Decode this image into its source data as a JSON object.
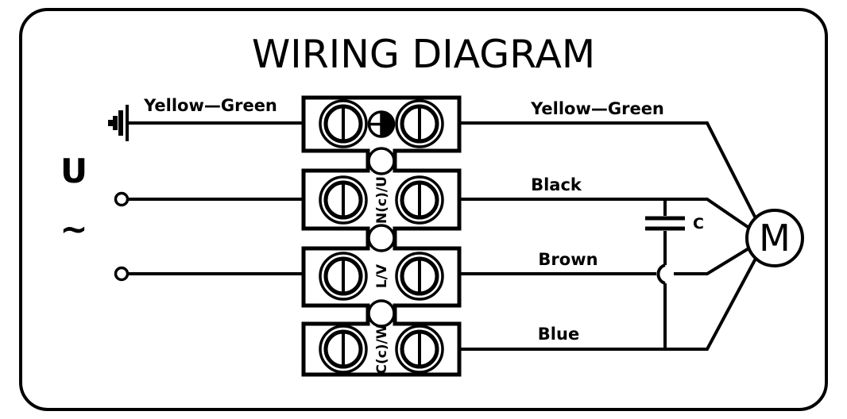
{
  "diagram": {
    "title": "WIRING DIAGRAM",
    "supply": {
      "voltage_symbol": "U",
      "current_type_symbol": "~",
      "earth_icon": "earth-ground-icon"
    },
    "terminal_block": {
      "protective_earth_icon": "protective-earth-icon",
      "rows": [
        {
          "id": "earth",
          "label": "",
          "left_screw": "screw-terminal",
          "right_screw": "screw-terminal"
        },
        {
          "id": "neutral",
          "label": "N(c)/U",
          "left_screw": "screw-terminal",
          "right_screw": "screw-terminal"
        },
        {
          "id": "line",
          "label": "L/V",
          "left_screw": "screw-terminal",
          "right_screw": "screw-terminal"
        },
        {
          "id": "common",
          "label": "C(c)/W",
          "left_screw": "screw-terminal",
          "right_screw": "screw-terminal"
        }
      ],
      "mounting_holes": 3
    },
    "input_wires": [
      {
        "id": "in-earth",
        "label": "Yellow—Green",
        "source": "earth-ground-icon"
      },
      {
        "id": "in-neutral",
        "label": "",
        "source": "terminal-dot"
      },
      {
        "id": "in-line",
        "label": "",
        "source": "terminal-dot"
      }
    ],
    "output_wires": [
      {
        "id": "out-earth",
        "label": "Yellow—Green"
      },
      {
        "id": "out-black",
        "label": "Black"
      },
      {
        "id": "out-brown",
        "label": "Brown"
      },
      {
        "id": "out-blue",
        "label": "Blue"
      }
    ],
    "capacitor": {
      "label": "C",
      "symbol": "capacitor-icon"
    },
    "motor": {
      "label": "M",
      "symbol": "motor-icon"
    },
    "colors": {
      "stroke": "#000000",
      "background": "#ffffff"
    }
  }
}
